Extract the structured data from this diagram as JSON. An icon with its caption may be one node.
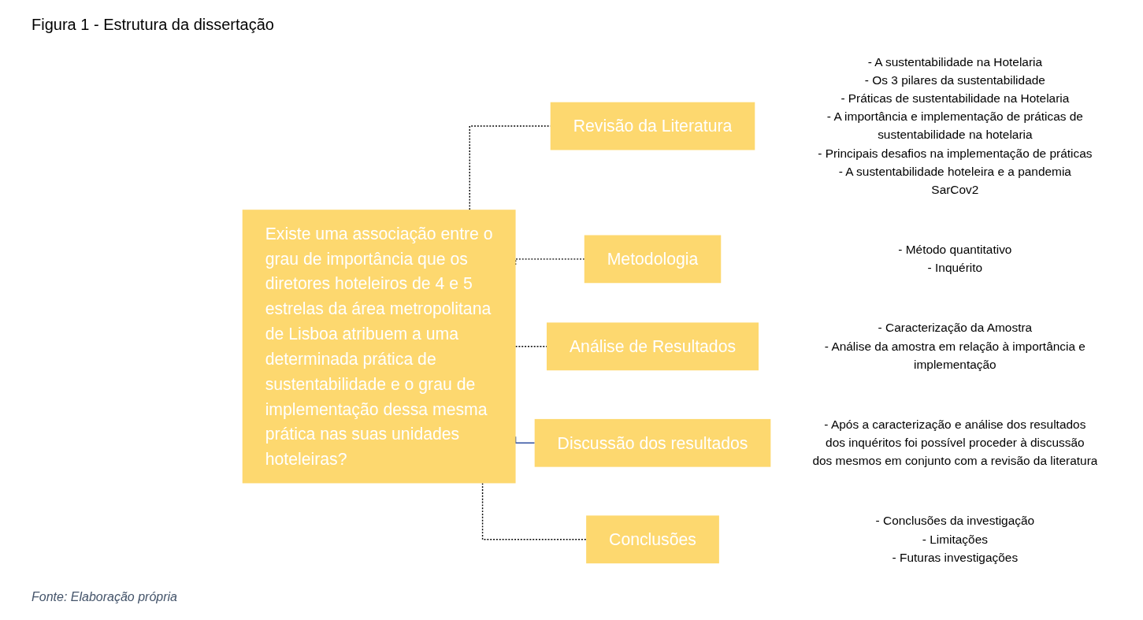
{
  "diagram": {
    "title": "Figura 1 - Estrutura da dissertação",
    "caption": "Fonte: Elaboração própria",
    "nodes": [
      {
        "text": [
          "Existe uma associação entre o grau de importância que os diretores hoteleiros de 4 e 5 estrelas da área metropolitana de Lisboa atribuem a uma determinada prática de sustentabilidade e o grau de implementação dessa mesma prática nas suas unidades hoteleiras?"
        ]
      },
      {
        "text": [
          "Revisão da Literatura"
        ],
        "beside": [
          "- A sustentabilidade na Hotelaria",
          "- Os 3 pilares da sustentabilidade",
          "- Práticas de sustentabilidade na Hotelaria",
          "- A importância e implementação de práticas de sustentabilidade na hotelaria",
          "- Principais desafios na implementação de práticas",
          "- A sustentabilidade hoteleira e a pandemia SarCov2"
        ]
      },
      {
        "text": [
          "Metodologia"
        ],
        "beside": [
          "- Método quantitativo",
          "- Inquérito"
        ]
      },
      {
        "text": [
          "Análise de Resultados"
        ],
        "beside": [
          "- Caracterização da Amostra",
          "- Análise da amostra em relação à importância e implementação"
        ]
      },
      {
        "text": [
          "Discussão dos resultados"
        ],
        "beside": [
          "- Após a caracterização e análise dos resultados dos inquéritos foi possível proceder à discussão dos mesmos em conjunto com a revisão da literatura"
        ]
      },
      {
        "text": [
          "Conclusões"
        ],
        "beside": [
          "- Conclusões da investigação",
          "- Limitações",
          "- Futuras investigações"
        ]
      }
    ],
    "edges": [
      {
        "from": 0,
        "to": 1,
        "arrow": "none",
        "style": "dashed"
      },
      {
        "from": 0,
        "to": 2,
        "arrow": "none",
        "style": "dashed"
      },
      {
        "from": 0,
        "to": 3,
        "arrow": "none",
        "style": "dashed"
      },
      {
        "from": 0,
        "to": 4,
        "arrow": "none",
        "color": "#2f4f9f"
      },
      {
        "from": 0,
        "to": 5,
        "arrow": "none",
        "style": "dashed"
      }
    ]
  }
}
